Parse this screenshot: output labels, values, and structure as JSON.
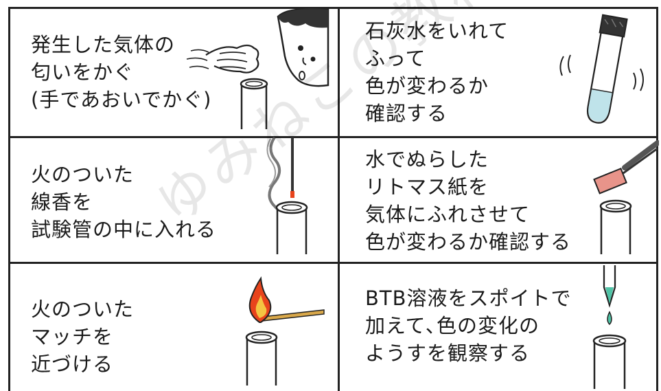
{
  "cells": [
    {
      "id": "smell",
      "text": "発生した気体の\n匂いをかぐ\n(手であおいでかぐ)"
    },
    {
      "id": "limewater",
      "text": "石灰水をいれて\nふって\n色が変わるか\n確認する"
    },
    {
      "id": "incense",
      "text": "火のついた\n線香を\n試験管の中に入れる"
    },
    {
      "id": "litmus",
      "text": "水でぬらした\nリトマス紙を\n気体にふれさせて\n色が変わるか確認する"
    },
    {
      "id": "match",
      "text": "火のついた\nマッチを\n近づける"
    },
    {
      "id": "btb",
      "text": "BTB溶液をスポイトで\n加えて､色の変化の\nようすを観察する"
    }
  ],
  "watermark": "ゆみねこの教科書",
  "colors": {
    "line": "#222222",
    "limewater": "#bfe3ea",
    "litmus": "#e8948a",
    "btb": "#4fc3a6",
    "flame": "#e8441c",
    "match": "#d9a84a"
  },
  "icons": [
    "hand-wafting-icon",
    "face-icon",
    "test-tube-icon",
    "incense-stick-icon",
    "smoke-icon",
    "tweezers-icon",
    "match-icon",
    "flame-icon",
    "dropper-icon"
  ]
}
